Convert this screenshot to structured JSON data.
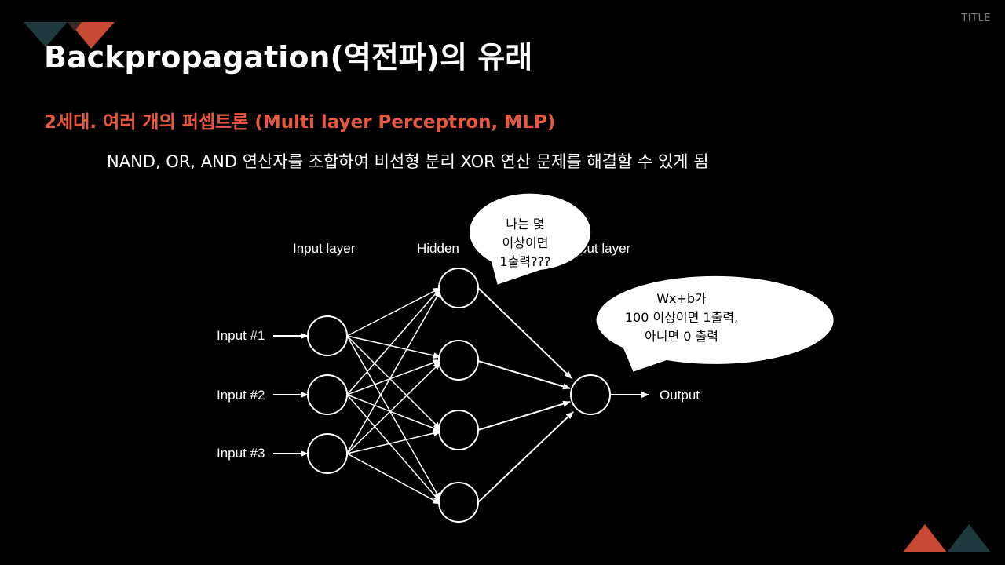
{
  "header": {
    "top_label": "TITLE",
    "title": "Backpropagation(역전파)의 유래",
    "subtitle": "2세대. 여러 개의 퍼셉트론 (Multi layer Perceptron, MLP)",
    "body": "NAND, OR, AND 연산자를 조합하여 비선형 분리 XOR 연산 문제를 해결할 수 있게 됨"
  },
  "diagram": {
    "layer_labels": {
      "input": "Input layer",
      "hidden": "Hidden",
      "output": "put layer"
    },
    "inputs": [
      "Input #1",
      "Input #2",
      "Input #3"
    ],
    "output_label": "Output",
    "bubble_hidden": [
      "나는 몇",
      "이상이면",
      "1출력???"
    ],
    "bubble_output": [
      "Wx+b가",
      "100 이상이면 1출력,",
      "아니면 0 출력"
    ]
  },
  "colors": {
    "background": "#000000",
    "accent": "#e8573e",
    "teal": "#1f3a3f",
    "line": "#ffffff"
  }
}
